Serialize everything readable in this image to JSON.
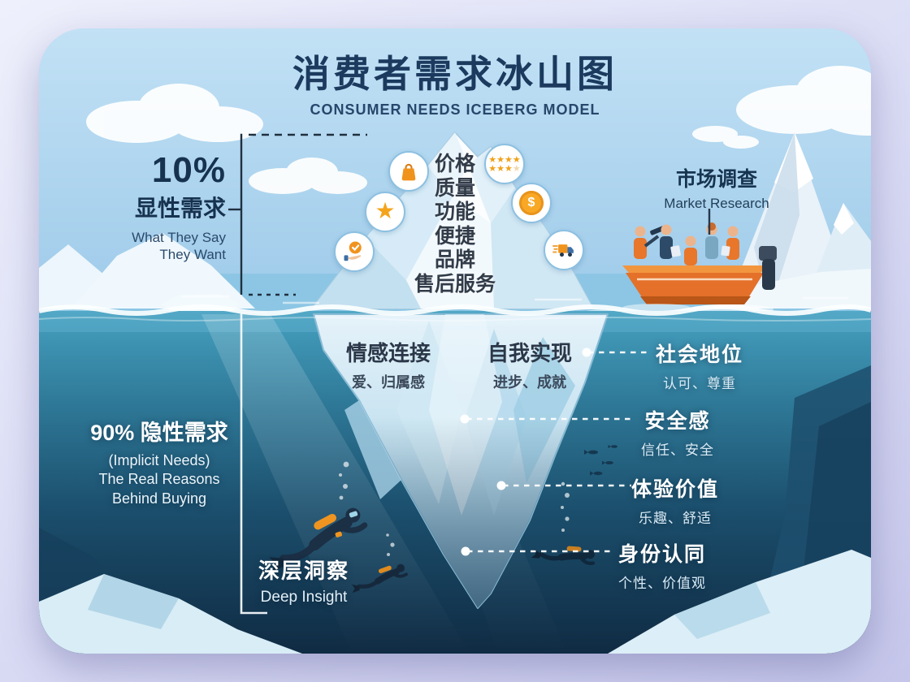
{
  "title": {
    "cn": "消费者需求冰山图",
    "en": "CONSUMER NEEDS ICEBERG MODEL"
  },
  "explicit_section": {
    "percent": "10%",
    "label_cn": "显性需求",
    "line1": "What They Say",
    "line2": "They Want"
  },
  "surface_needs": [
    "价格",
    "质量",
    "功能",
    "便捷",
    "品牌",
    "售后服务"
  ],
  "surface_icons": {
    "shopping_bag": "shopping-bag",
    "rating_stars": {
      "row1": "★★★★",
      "row2_full": "★★★",
      "row2_half": "★"
    },
    "star": "★",
    "coin_symbol": "$",
    "check_hand": "checkmark-hand",
    "delivery_truck": "delivery-truck"
  },
  "market_research": {
    "cn": "市场调查",
    "en": "Market Research"
  },
  "hidden_center_labels": [
    {
      "title": "情感连接",
      "sub": "爱、归属感"
    },
    {
      "title": "自我实现",
      "sub": "进步、成就"
    }
  ],
  "implicit_section": {
    "headline": "90% 隐性需求",
    "sub1": "(Implicit Needs)",
    "sub2": "The Real Reasons",
    "sub3": "Behind Buying"
  },
  "hidden_right_labels": [
    {
      "title": "社会地位",
      "sub": "认可、尊重"
    },
    {
      "title": "安全感",
      "sub": "信任、安全"
    },
    {
      "title": "体验价值",
      "sub": "乐趣、舒适"
    },
    {
      "title": "身份认同",
      "sub": "个性、价值观"
    }
  ],
  "deep_insight": {
    "cn": "深层洞察",
    "en": "Deep Insight"
  },
  "colors": {
    "accent_orange": "#f0931d",
    "title_navy": "#1b3a5e",
    "deep_water": "#112c45",
    "sky_blue": "#aed4ee",
    "white": "#ffffff"
  }
}
